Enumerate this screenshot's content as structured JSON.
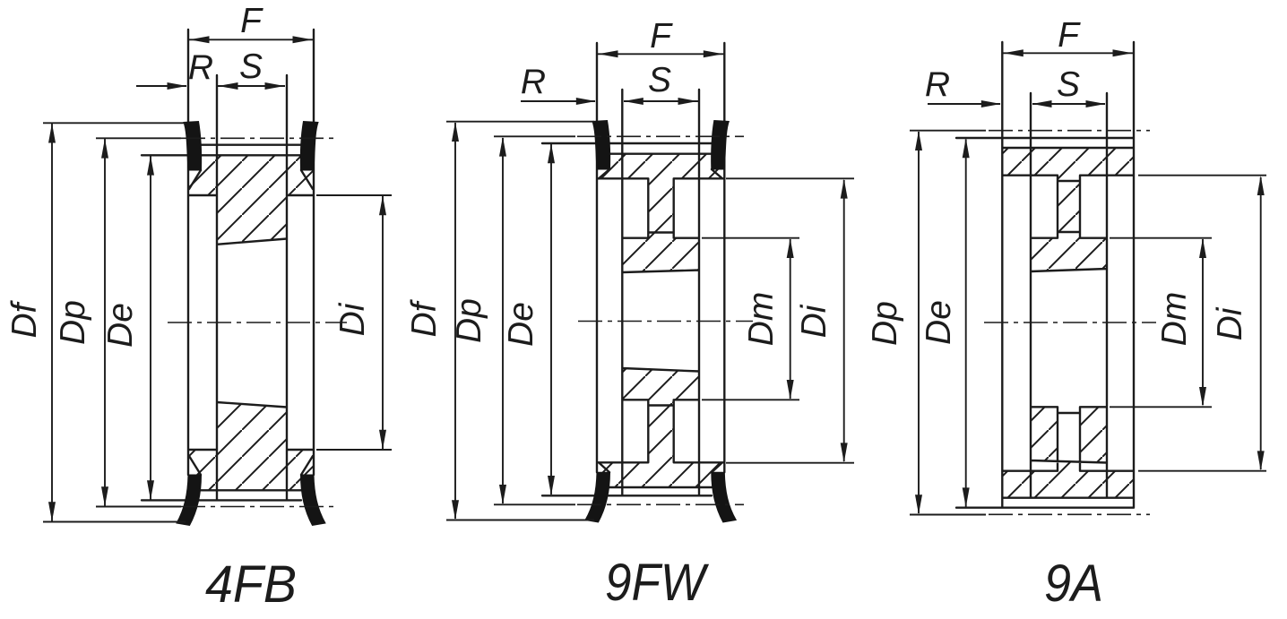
{
  "figure": {
    "background": "#ffffff",
    "line_color": "#1c1c1c",
    "description": "Three timing-pulley cross-section drawings with dimension letters",
    "drawings": [
      {
        "id": "4FB",
        "type_label": "4FB",
        "labels": {
          "F": "F",
          "R": "R",
          "S": "S",
          "Df": "Df",
          "Dp": "Dp",
          "De": "De",
          "Di": "Di"
        }
      },
      {
        "id": "9FW",
        "type_label": "9FW",
        "labels": {
          "F": "F",
          "R": "R",
          "S": "S",
          "Df": "Df",
          "Dp": "Dp",
          "De": "De",
          "Dm": "Dm",
          "Di": "Di"
        }
      },
      {
        "id": "9A",
        "type_label": "9A",
        "labels": {
          "F": "F",
          "R": "R",
          "S": "S",
          "Dp": "Dp",
          "De": "De",
          "Dm": "Dm",
          "Di": "Di"
        }
      }
    ]
  }
}
